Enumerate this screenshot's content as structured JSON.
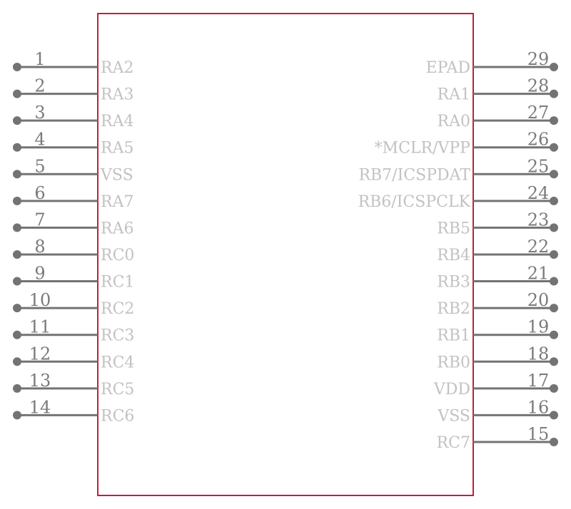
{
  "colors": {
    "body_outline": "#c41e3a",
    "pin_line": "#737373",
    "pin_number": "#7a7a7a",
    "pin_name": "#c2c2c2"
  },
  "left_pins": [
    {
      "number": "1",
      "name": "RA2"
    },
    {
      "number": "2",
      "name": "RA3"
    },
    {
      "number": "3",
      "name": "RA4"
    },
    {
      "number": "4",
      "name": "RA5"
    },
    {
      "number": "5",
      "name": "VSS"
    },
    {
      "number": "6",
      "name": "RA7"
    },
    {
      "number": "7",
      "name": "RA6"
    },
    {
      "number": "8",
      "name": "RC0"
    },
    {
      "number": "9",
      "name": "RC1"
    },
    {
      "number": "10",
      "name": "RC2"
    },
    {
      "number": "11",
      "name": "RC3"
    },
    {
      "number": "12",
      "name": "RC4"
    },
    {
      "number": "13",
      "name": "RC5"
    },
    {
      "number": "14",
      "name": "RC6"
    }
  ],
  "right_pins": [
    {
      "number": "29",
      "name": "EPAD"
    },
    {
      "number": "28",
      "name": "RA1"
    },
    {
      "number": "27",
      "name": "RA0"
    },
    {
      "number": "26",
      "name": "*MCLR/VPP"
    },
    {
      "number": "25",
      "name": "RB7/ICSPDAT"
    },
    {
      "number": "24",
      "name": "RB6/ICSPCLK"
    },
    {
      "number": "23",
      "name": "RB5"
    },
    {
      "number": "22",
      "name": "RB4"
    },
    {
      "number": "21",
      "name": "RB3"
    },
    {
      "number": "20",
      "name": "RB2"
    },
    {
      "number": "19",
      "name": "RB1"
    },
    {
      "number": "18",
      "name": "RB0"
    },
    {
      "number": "17",
      "name": "VDD"
    },
    {
      "number": "16",
      "name": "VSS"
    },
    {
      "number": "15",
      "name": "RC7"
    }
  ]
}
